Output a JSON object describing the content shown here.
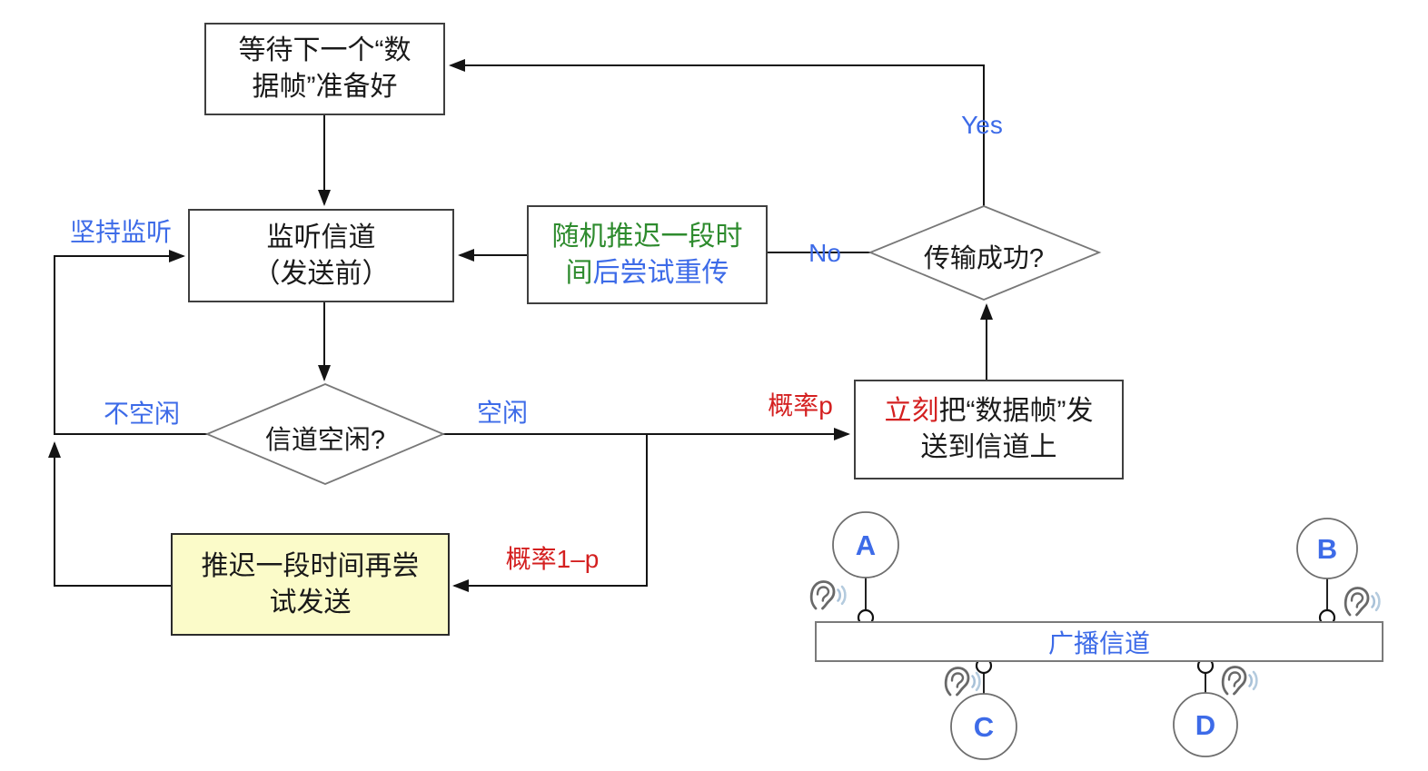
{
  "flowchart": {
    "wait_box": {
      "line1": "等待下一个“数",
      "line2": "据帧”准备好"
    },
    "listen_box": {
      "line1": "监听信道",
      "line2": "（发送前）"
    },
    "retry_box": {
      "line1": "随机推迟一段时",
      "line2_green": "间",
      "line2_blue": "后尝试重传"
    },
    "success_diamond": "传输成功?",
    "idle_diamond": "信道空闲?",
    "send_box": {
      "red": "立刻",
      "line1_rest": "把“数据帧”发",
      "line2": "送到信道上"
    },
    "defer_box": {
      "line1": "推迟一段时间再尝",
      "line2": "试发送"
    },
    "labels": {
      "persist": "坚持监听",
      "yes": "Yes",
      "no": "No",
      "busy": "不空闲",
      "idle": "空闲",
      "prob_p": "概率p",
      "prob_1_minus_p": "概率1–p"
    }
  },
  "network": {
    "channel_label": "广播信道",
    "nodes": [
      {
        "id": "A"
      },
      {
        "id": "B"
      },
      {
        "id": "C"
      },
      {
        "id": "D"
      }
    ]
  },
  "icons": {
    "ear": "ear-with-sound-waves-icon"
  },
  "colors": {
    "label_blue": "#3D6BE8",
    "text_green": "#2E8B2E",
    "text_red": "#D42020",
    "defer_box_fill": "#FBFBC9",
    "line_black": "#141414"
  }
}
